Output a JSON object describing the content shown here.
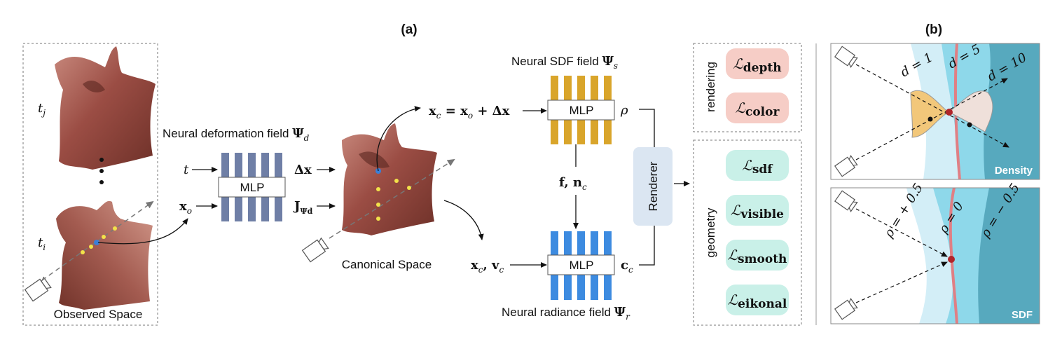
{
  "panels": {
    "a": "(a)",
    "b": "(b)"
  },
  "observed": {
    "label": "Observed Space",
    "t_top": "t",
    "t_top_sub": "j",
    "t_bottom": "t",
    "t_bottom_sub": "i"
  },
  "deformation": {
    "title": "Neural deformation field",
    "title_symbol": "Ψ",
    "title_sub": "d",
    "mlp": "MLP",
    "in_t": "t",
    "in_x": "x",
    "in_x_sub": "o",
    "out_dx": "Δx",
    "out_j": "J",
    "out_j_sub": "Ψd"
  },
  "canonical": {
    "label": "Canonical Space"
  },
  "sdf": {
    "title": "Neural SDF field",
    "title_symbol": "Ψ",
    "title_sub": "s",
    "mlp": "MLP",
    "input_eq": "x",
    "input_eq_rest": " = x",
    "input_eq_tail": " + Δx",
    "input_sub1": "c",
    "input_sub2": "o",
    "output": "ρ"
  },
  "feature": {
    "label": "f, n",
    "sub": "c"
  },
  "radiance": {
    "title": "Neural radiance field",
    "title_symbol": "Ψ",
    "title_sub": "r",
    "mlp": "MLP",
    "input": "x",
    "input_sub": "c",
    "input2": ", v",
    "input2_sub": "c",
    "output": "c",
    "output_sub": "c"
  },
  "renderer": {
    "label": "Renderer"
  },
  "losses": {
    "rendering_label": "rendering",
    "geometry_label": "geometry",
    "symbol": "ℒ",
    "rendering": [
      "depth",
      "color"
    ],
    "geometry": [
      "sdf",
      "visible",
      "smooth",
      "eikonal"
    ]
  },
  "density_panel": {
    "label": "Density",
    "d_labels": [
      "d = 1",
      "d = 5",
      "d = 10"
    ]
  },
  "sdf_panel": {
    "label": "SDF",
    "rho_labels": [
      "ρ = + 0.5",
      "ρ = 0",
      "ρ = − 0.5"
    ]
  },
  "colors": {
    "deform_mlp": "#6f7fa6",
    "sdf_mlp": "#d9a52b",
    "radiance_mlp": "#3d8be0",
    "renderer": "#dbe6f2",
    "rendering_loss": "#f6cdc6",
    "geometry_loss": "#c9f0e8",
    "field_light": "#d3eef7",
    "field_mid": "#8ed8ea",
    "field_dark": "#57a9be",
    "surface_line": "#e07f84"
  }
}
